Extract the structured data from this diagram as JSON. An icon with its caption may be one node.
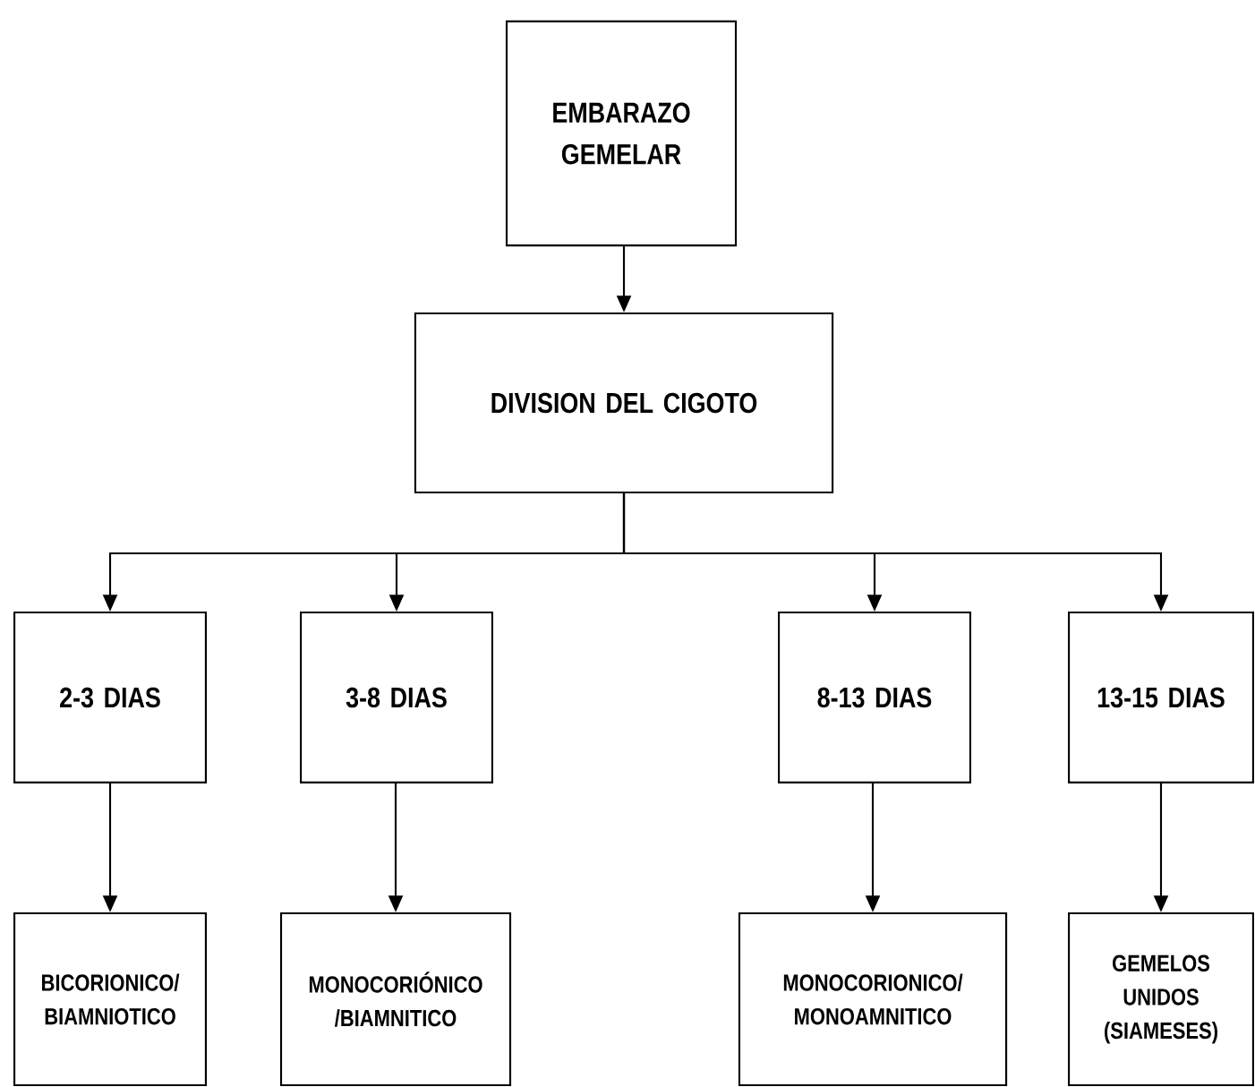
{
  "diagram": {
    "nodes": [
      {
        "text": [
          "EMBARAZO GEMELAR"
        ]
      },
      {
        "text": [
          "DIVISION DEL CIGOTO"
        ]
      },
      {
        "text": [
          "2-3 DIAS"
        ]
      },
      {
        "text": [
          "3-8 DIAS"
        ]
      },
      {
        "text": [
          "8-13 DIAS"
        ]
      },
      {
        "text": [
          "13-15 DIAS"
        ]
      },
      {
        "text": [
          "BICORIONICO/ BIAMNIOTICO"
        ]
      },
      {
        "text": [
          "MONOCORIÓNICO /BIAMNITICO"
        ]
      },
      {
        "text": [
          "MONOCORIONICO/ MONOAMNITICO"
        ]
      },
      {
        "text": [
          "GEMELOS UNIDOS (SIAMESES)"
        ]
      }
    ],
    "edges": [
      {
        "from": 0,
        "to": 1,
        "arrow": "to"
      },
      {
        "from": 1,
        "to": 2,
        "arrow": "to"
      },
      {
        "from": 1,
        "to": 3,
        "arrow": "to"
      },
      {
        "from": 1,
        "to": 4,
        "arrow": "to"
      },
      {
        "from": 1,
        "to": 5,
        "arrow": "to"
      },
      {
        "from": 2,
        "to": 6,
        "arrow": "to"
      },
      {
        "from": 3,
        "to": 7,
        "arrow": "to"
      },
      {
        "from": 4,
        "to": 8,
        "arrow": "to"
      },
      {
        "from": 5,
        "to": 9,
        "arrow": "to"
      }
    ]
  }
}
